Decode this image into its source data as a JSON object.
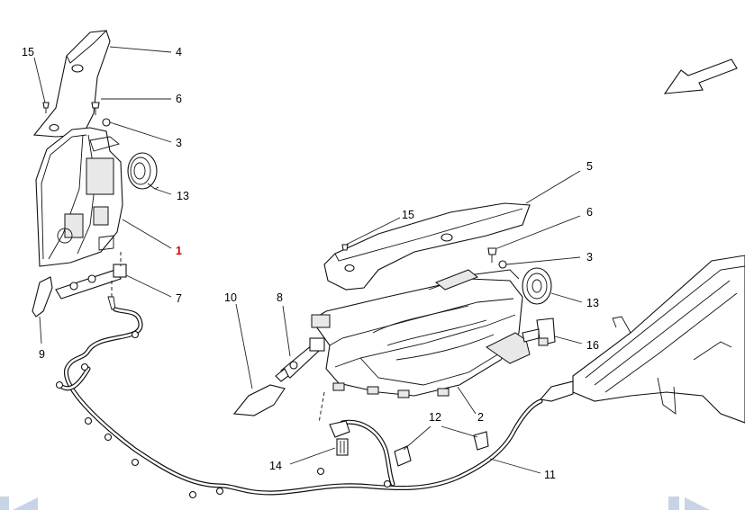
{
  "callouts": [
    {
      "id": "c15a",
      "label": "15"
    },
    {
      "id": "c4",
      "label": "4"
    },
    {
      "id": "c6a",
      "label": "6"
    },
    {
      "id": "c3a",
      "label": "3"
    },
    {
      "id": "c13a",
      "label": "13"
    },
    {
      "id": "c1",
      "label": "1"
    },
    {
      "id": "c7",
      "label": "7"
    },
    {
      "id": "c9",
      "label": "9"
    },
    {
      "id": "c10",
      "label": "10"
    },
    {
      "id": "c8",
      "label": "8"
    },
    {
      "id": "c5",
      "label": "5"
    },
    {
      "id": "c15b",
      "label": "15"
    },
    {
      "id": "c6b",
      "label": "6"
    },
    {
      "id": "c3b",
      "label": "3"
    },
    {
      "id": "c13b",
      "label": "13"
    },
    {
      "id": "c16",
      "label": "16"
    },
    {
      "id": "c2",
      "label": "2"
    },
    {
      "id": "c12",
      "label": "12"
    },
    {
      "id": "c14",
      "label": "14"
    },
    {
      "id": "c11",
      "label": "11"
    }
  ],
  "highlight_callout": "1",
  "colors": {
    "highlight": "#d40000",
    "line": "#111111",
    "nav_arrow": "#c8d3e6"
  },
  "icons": {
    "direction": "direction-arrow-icon",
    "prev": "prev-page-icon",
    "next": "next-page-icon"
  }
}
